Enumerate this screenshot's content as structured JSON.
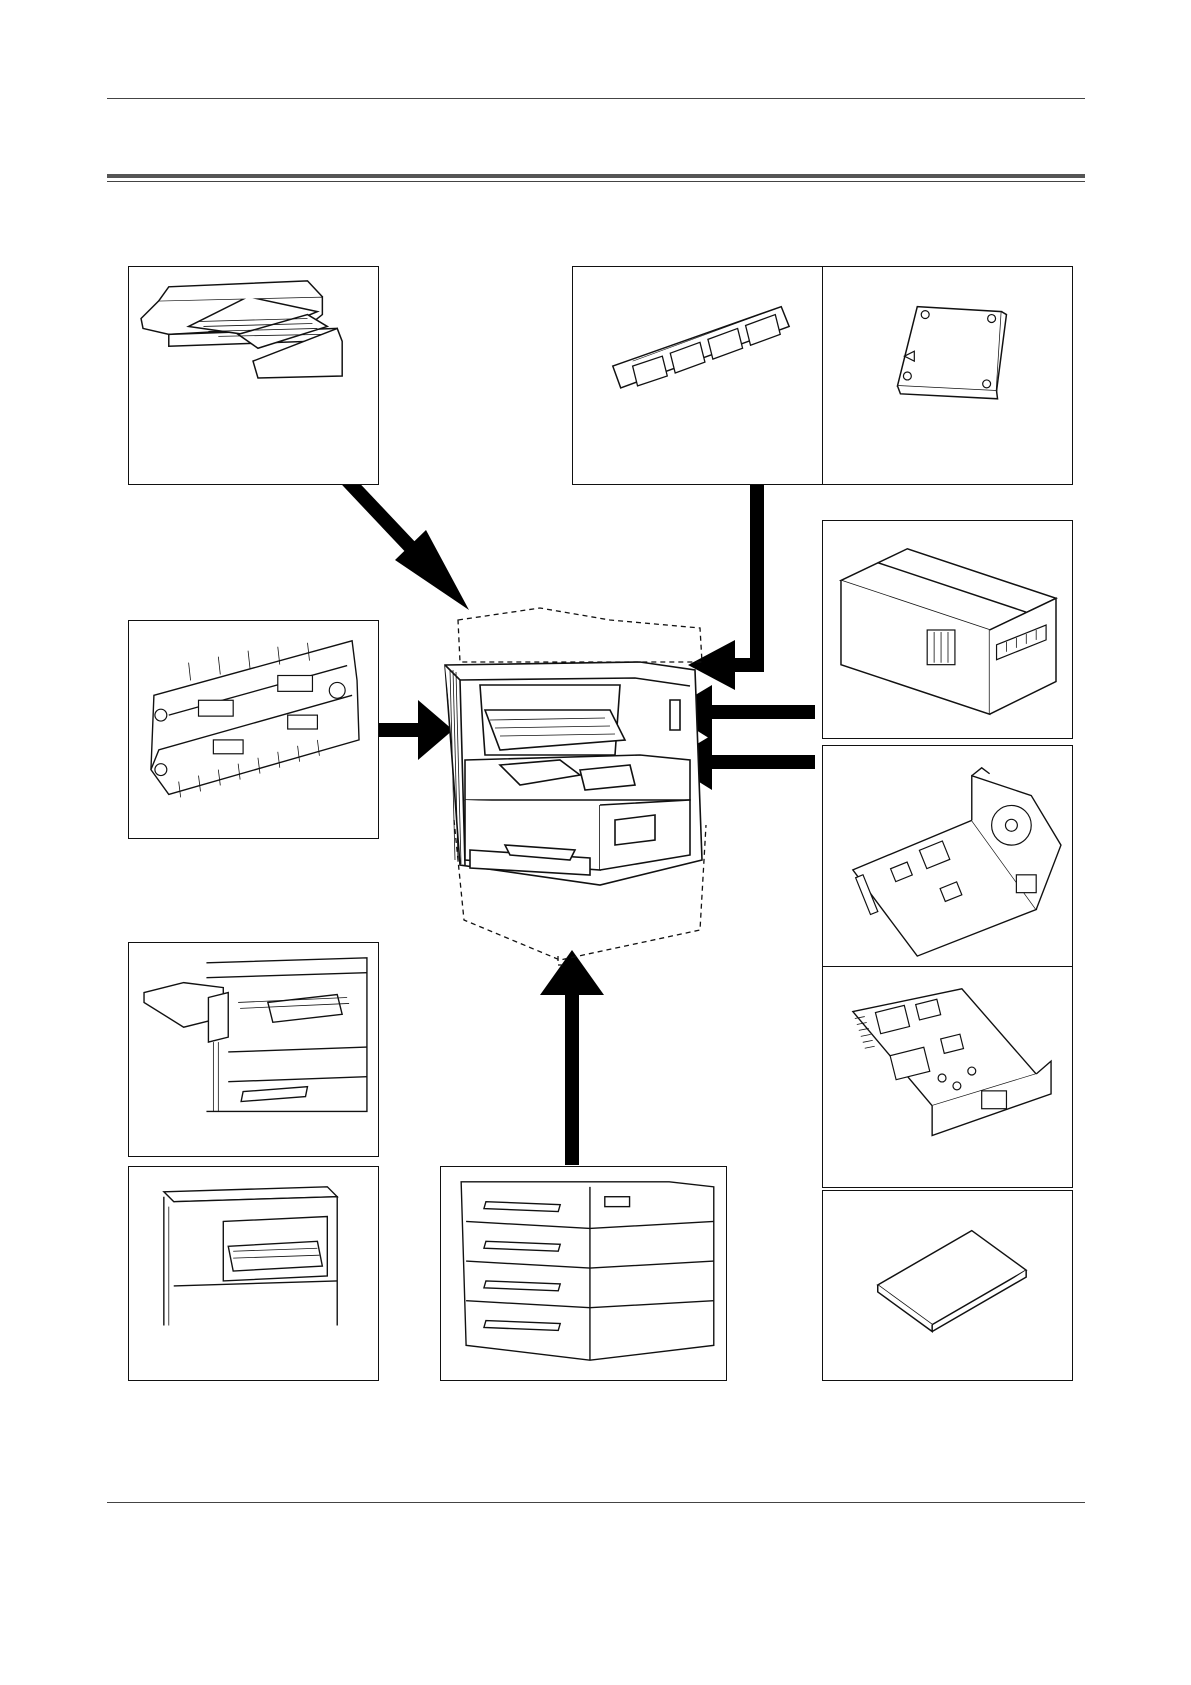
{
  "page": {
    "header_rule": "thin",
    "section_rule": "double",
    "footer_rule": "thin"
  },
  "main_unit": {
    "icon": "copier-icon"
  },
  "options": [
    {
      "icon": "document-processor-icon"
    },
    {
      "icon": "memory-module-icon"
    },
    {
      "icon": "key-counter-icon"
    },
    {
      "icon": "duplex-unit-icon"
    },
    {
      "icon": "fax-kit-icon"
    },
    {
      "icon": "hard-disk-icon"
    },
    {
      "icon": "printer-board-icon"
    },
    {
      "icon": "network-card-icon"
    },
    {
      "icon": "finisher-icon"
    },
    {
      "icon": "job-separator-icon"
    },
    {
      "icon": "paper-feeder-icon"
    },
    {
      "icon": "memory-card-icon"
    }
  ],
  "colors": {
    "line": "#111111",
    "arrow": "#000000",
    "rule": "#444444"
  }
}
